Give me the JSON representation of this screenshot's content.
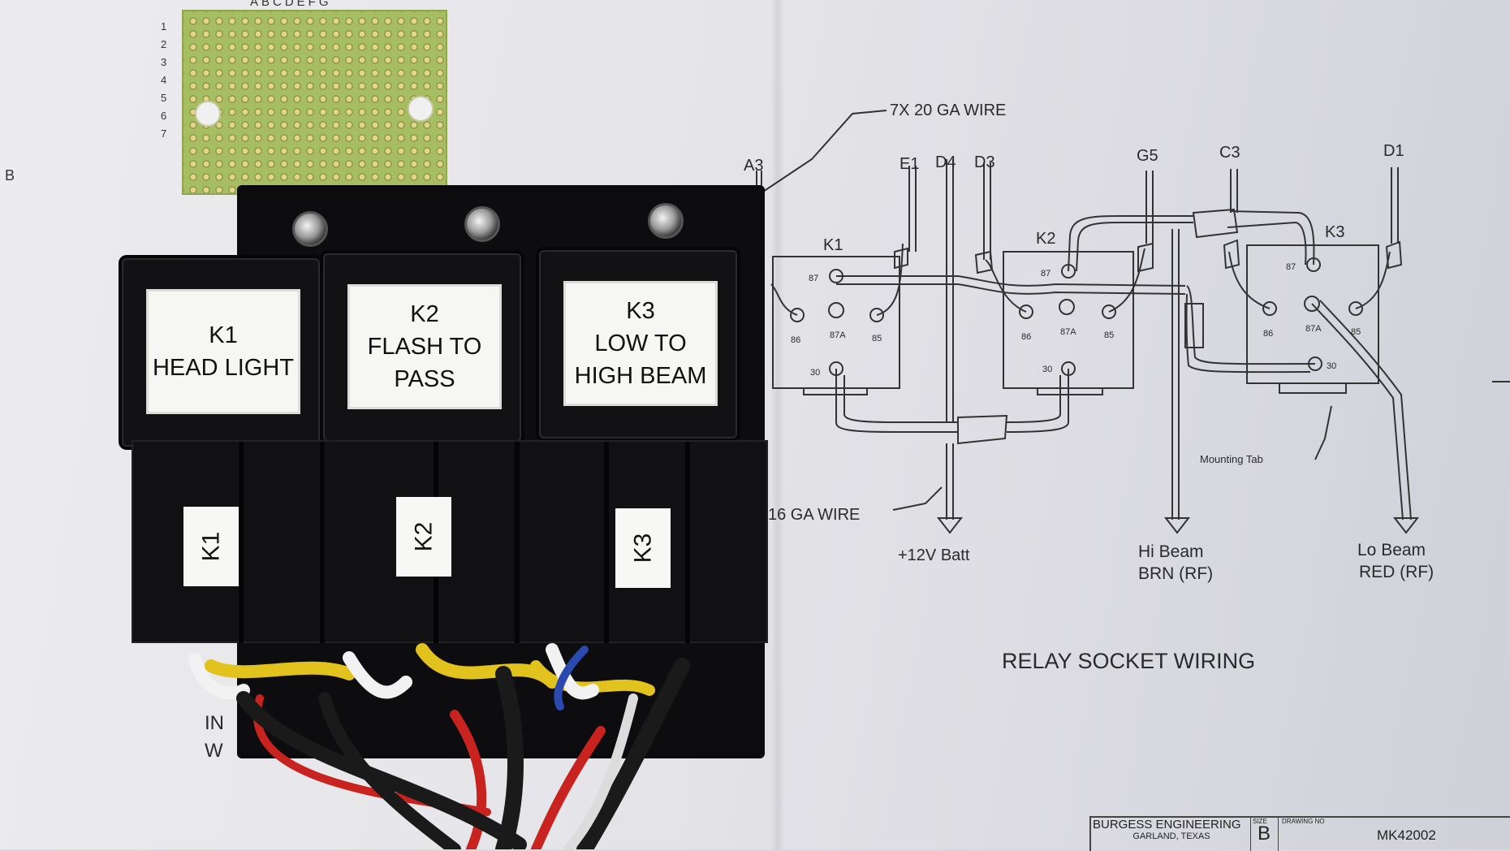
{
  "pcb": {
    "columns": "ABCDEFG",
    "rows": [
      "1",
      "2",
      "3",
      "4",
      "5",
      "6",
      "7"
    ]
  },
  "margin": {
    "left_letter": "B"
  },
  "schematic": {
    "wire_note_top": "7X 20 GA WIRE",
    "wire_note_bottom": "16 GA WIRE",
    "terminals": [
      "A3",
      "E1",
      "D4",
      "D3",
      "G5",
      "C3",
      "D1"
    ],
    "relays": [
      "K1",
      "K2",
      "K3"
    ],
    "pins": {
      "p87": "87",
      "p86": "86",
      "p87a": "87A",
      "p85": "85",
      "p30": "30"
    },
    "mounting_tab": "Mounting Tab",
    "outputs": {
      "batt": "+12V Batt",
      "hi_line1": "Hi Beam",
      "hi_line2": "BRN (RF)",
      "lo_line1": "Lo Beam",
      "lo_line2": "RED (RF)"
    },
    "title": "RELAY SOCKET WIRING",
    "partial_text": [
      "IN",
      "W"
    ]
  },
  "title_block": {
    "company": "BURGESS ENGINEERING",
    "city": "GARLAND, TEXAS",
    "size_label": "SIZE",
    "size_value": "B",
    "drawing_label": "DRAWING NO",
    "drawing_number": "MK42002"
  },
  "relays": [
    {
      "id": "K1",
      "line1": "HEAD LIGHT",
      "line2": ""
    },
    {
      "id": "K2",
      "line1": "FLASH TO",
      "line2": "PASS"
    },
    {
      "id": "K3",
      "line1": "LOW TO",
      "line2": "HIGH BEAM"
    }
  ],
  "socket_tags": [
    "K1",
    "K2",
    "K3"
  ],
  "colors": {
    "paper": "#e6e6ea",
    "housing": "#111113",
    "pcb": "#a6bd62",
    "wire_red": "#c8231e",
    "wire_yellow": "#e2c21c",
    "wire_white": "#f2f2f2",
    "wire_black": "#1a1a1a"
  }
}
